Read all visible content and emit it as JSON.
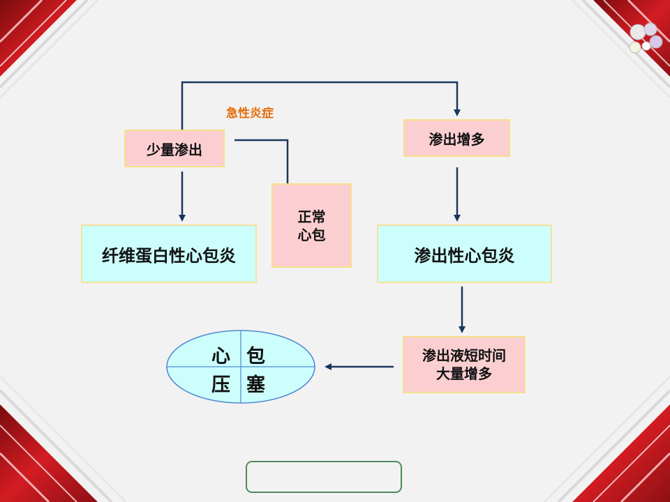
{
  "diagram": {
    "label_acute": "急性炎症",
    "box_small_effusion": "少量渗出",
    "box_normal_pericardium": [
      "正常",
      "心包"
    ],
    "box_fibrinous": "纤维蛋白性心包炎",
    "box_effusion_increase": "渗出增多",
    "box_effusive": "渗出性心包炎",
    "box_rapid": [
      "渗出液短时间",
      "大量增多"
    ],
    "oval": [
      "心",
      "包",
      "压",
      "塞"
    ]
  },
  "colors": {
    "arrow": "#18375e",
    "pink_fill": "#fbcfd2",
    "cyan_fill": "#ccfffc",
    "orange_text": "#e46c0a",
    "oval_fill": "#ccfffc",
    "oval_stroke": "#4f86d1",
    "frame_red": "#c0161b"
  },
  "icons": {
    "logo": "bulb-cluster-logo"
  }
}
